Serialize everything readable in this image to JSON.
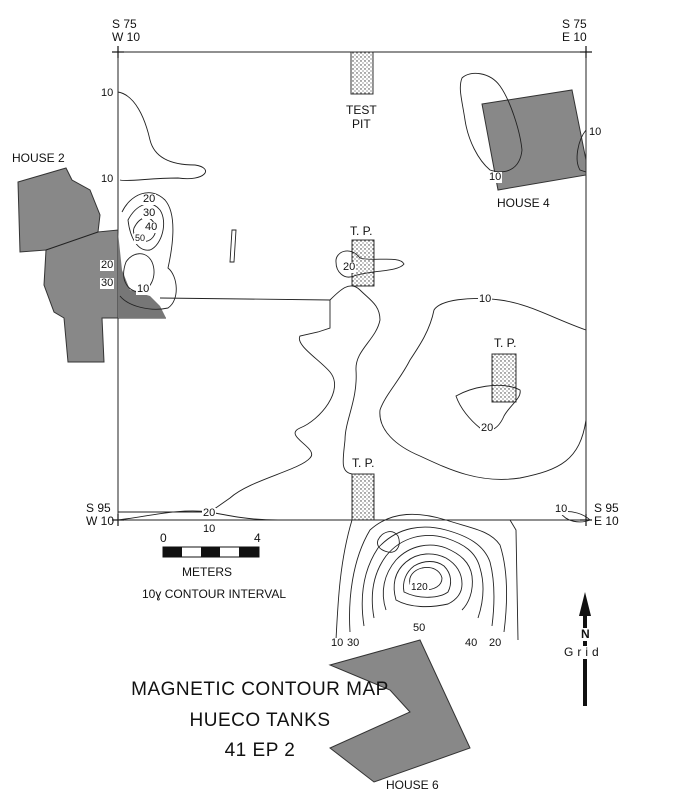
{
  "corners": {
    "nw": {
      "line1": "S 75",
      "line2": "W 10"
    },
    "ne": {
      "line1": "S 75",
      "line2": "E 10"
    },
    "sw": {
      "line1": "S 95",
      "line2": "W 10"
    },
    "se": {
      "line1": "S 95",
      "line2": "E 10"
    }
  },
  "features": {
    "house2": "HOUSE 2",
    "house4": "HOUSE 4",
    "house6": "HOUSE 6",
    "test_pit_line1": "TEST",
    "test_pit_line2": "PIT",
    "tp1": "T. P.",
    "tp2": "T. P.",
    "tp3": "T. P."
  },
  "contour_labels": {
    "w10a": "10",
    "w10b": "10",
    "h2_20": "20",
    "h2_30": "30",
    "h2_40": "40",
    "h2_50": "50",
    "h2_20b": "20",
    "h2_30b": "30",
    "h2_10": "10",
    "tp1_20": "20",
    "h4_10a": "10",
    "h4_10b": "10",
    "center_10": "10",
    "tp2_20": "20",
    "bottom_20": "20",
    "bottom_10": "10",
    "se_10": "10",
    "peak_120": "120",
    "s_50": "50",
    "s_10": "10",
    "s_30": "30",
    "s_40": "40",
    "s_20": "20"
  },
  "scale": {
    "start": "0",
    "end": "4",
    "unit": "METERS",
    "contour_interval": "10ɣ CONTOUR INTERVAL"
  },
  "north": {
    "n": "N",
    "grid": "Grid"
  },
  "title": {
    "line1": "MAGNETIC  CONTOUR  MAP",
    "line2": "HUECO  TANKS",
    "line3": "41 EP 2"
  }
}
